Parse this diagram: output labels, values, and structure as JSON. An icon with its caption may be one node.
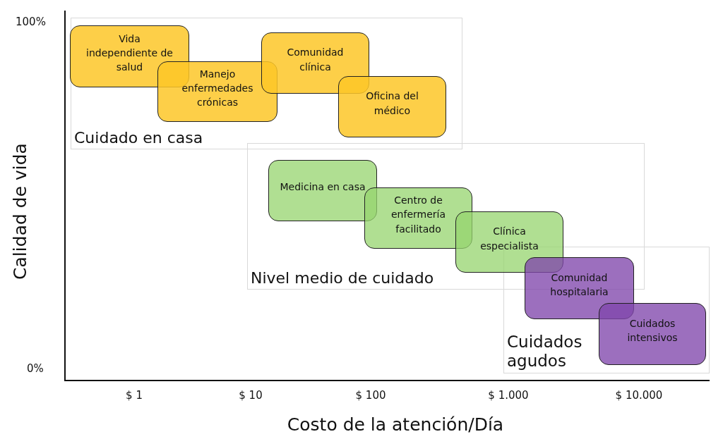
{
  "diagram": {
    "nodes": [
      {
        "text": [
          "Cuidado en casa"
        ]
      },
      {
        "text": [
          "Vida independiente de salud"
        ],
        "in": 0
      },
      {
        "text": [
          "Manejo enfermedades crónicas"
        ],
        "in": 0
      },
      {
        "text": [
          "Comunidad clínica"
        ],
        "in": 0
      },
      {
        "text": [
          "Oficina del médico"
        ],
        "in": 0
      },
      {
        "text": [
          "Nivel medio de cuidado"
        ]
      },
      {
        "text": [
          "Medicina en casa"
        ],
        "in": 5
      },
      {
        "text": [
          "Centro de enfermería facilitado"
        ],
        "in": 5
      },
      {
        "text": [
          "Clínica especialista"
        ],
        "in": 5
      },
      {
        "text": [
          "Cuidados agudos"
        ]
      },
      {
        "text": [
          "Comunidad hospitalaria"
        ],
        "in": 9
      },
      {
        "text": [
          "Cuidados intensivos"
        ],
        "in": 9
      }
    ],
    "edges": [],
    "labels": [
      "100%",
      "0%",
      "$ 1",
      "$ 10",
      "$ 100",
      "$ 1.000",
      "$ 10.000",
      "Calidad de vida",
      "Costo de la atención/Día"
    ]
  }
}
